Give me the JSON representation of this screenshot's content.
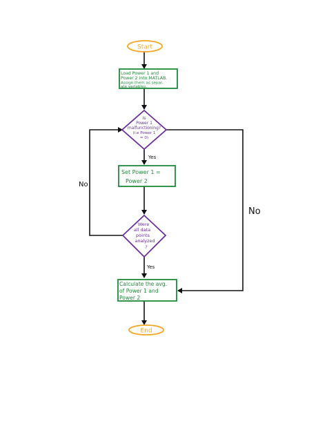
{
  "colors": {
    "terminal": "#f5a623",
    "process": "#1e8a3a",
    "decision": "#6b2fa0",
    "line": "#111111"
  },
  "nodes": {
    "start": "Start",
    "load": [
      "Load Power 1 and",
      "Power 2 into MATLAB.",
      "Assign them as separ-",
      "ate variables."
    ],
    "check_malfunction": [
      "Is",
      "Power 1",
      "malfunctioning?",
      "(i.e Power 1",
      "= 0)"
    ],
    "set_power": [
      "Set Power 1 =",
      "Power 2"
    ],
    "check_analyzed": [
      "Were",
      "all data",
      "points",
      "analyzed",
      "?"
    ],
    "calculate": [
      "Calculate the avg.",
      "of Power 1 and",
      "Power 2"
    ],
    "end": "End"
  },
  "edge_labels": {
    "yes_1": "Yes",
    "yes_2": "Yes",
    "no_loop": "No",
    "no_skip": "No"
  }
}
